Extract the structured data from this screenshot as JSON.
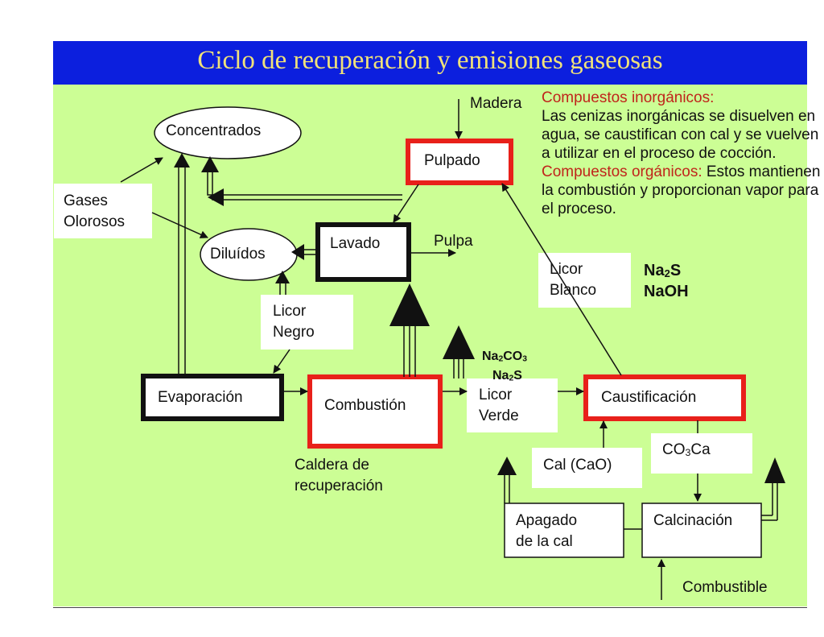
{
  "title": "Ciclo de recuperación y emisiones gaseosas",
  "nodes": {
    "concentrados": "Concentrados",
    "diluidos": "Diluídos",
    "pulpado": "Pulpado",
    "lavado": "Lavado",
    "evaporacion": "Evaporación",
    "combustion": "Combustión",
    "caustificacion": "Caustificación",
    "apagado_1": "Apagado",
    "apagado_2": "de la cal",
    "calcinacion": "Calcinación"
  },
  "labels": {
    "madera": "Madera",
    "pulpa": "Pulpa",
    "gases_1": "Gases",
    "gases_2": "Olorosos",
    "licor_negro_1": "Licor",
    "licor_negro_2": "Negro",
    "licor_blanco_1": "Licor",
    "licor_blanco_2": "Blanco",
    "licor_verde_1": "Licor",
    "licor_verde_2": "Verde",
    "cal": "Cal (CaO)",
    "co3ca_main": "CO",
    "co3ca_sub": "3",
    "co3ca_tail": "Ca",
    "caldera_1": "Caldera de",
    "caldera_2": "recuperación",
    "combustible": "Combustible"
  },
  "chemicals": {
    "na2s_a": "Na",
    "na2s_b": "2",
    "na2s_c": "S",
    "naoh": "NaOH",
    "na2co3_a": "Na",
    "na2co3_b": "2",
    "na2co3_c": "CO",
    "na2co3_d": "3",
    "na2s2_a": "Na",
    "na2s2_b": "2",
    "na2s2_c": "S"
  },
  "info": {
    "inorg_heading": "Compuestos inorgánicos:",
    "inorg_body": "Las cenizas inorgánicas se disuelven en agua, se caustifican con cal y se vuelven a utilizar en el proceso de cocción.",
    "org_heading": "Compuestos orgánicos:",
    "org_body": " Estos mantienen la combustión y proporcionan vapor para el proceso."
  },
  "colors": {
    "title_bg": "#0c1fde",
    "title_text": "#f0e27a",
    "panel_bg": "#ccfe95",
    "red_box": "#e8201a",
    "red_text": "#c0241b"
  }
}
